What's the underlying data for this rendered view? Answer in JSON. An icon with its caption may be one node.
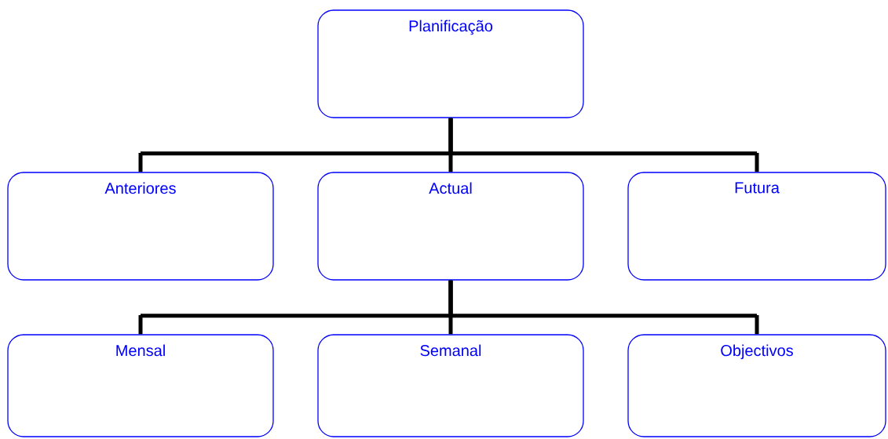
{
  "diagram": {
    "nodes": [
      {
        "text": [
          "Planificação"
        ]
      },
      {
        "text": [
          "Anteriores"
        ]
      },
      {
        "text": [
          "Actual"
        ]
      },
      {
        "text": [
          "Futura"
        ]
      },
      {
        "text": [
          "Mensal"
        ]
      },
      {
        "text": [
          "Semanal"
        ]
      },
      {
        "text": [
          "Objectivos"
        ]
      }
    ],
    "edges": [
      {
        "from": 0,
        "to": 1,
        "arrow": "none"
      },
      {
        "from": 0,
        "to": 2,
        "arrow": "none"
      },
      {
        "from": 0,
        "to": 3,
        "arrow": "none"
      },
      {
        "from": 2,
        "to": 4,
        "arrow": "none"
      },
      {
        "from": 2,
        "to": 5,
        "arrow": "none"
      },
      {
        "from": 2,
        "to": 6,
        "arrow": "none"
      }
    ]
  }
}
